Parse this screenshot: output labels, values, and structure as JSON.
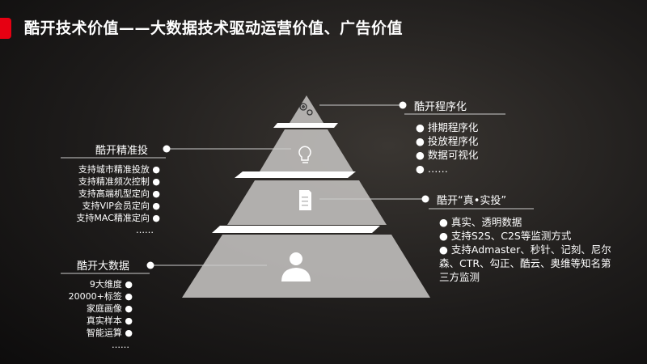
{
  "title": "酷开技术价值——大数据技术驱动运营价值、广告价值",
  "colors": {
    "accent": "#e60012",
    "layer": "#b9b7b5",
    "bg": "#1e1c1b"
  },
  "pyramid_icons": [
    "gears-icon",
    "lightbulb-icon",
    "document-icon",
    "user-icon"
  ],
  "programmatic": {
    "heading": "酷开程序化",
    "items": [
      "排期程序化",
      "投放程序化",
      "数据可视化",
      "……"
    ]
  },
  "precision": {
    "heading": "酷开精准投",
    "items": [
      "支持城市精准投放",
      "支持精准频次控制",
      "支持高端机型定向",
      "支持VIP会员定向",
      "支持MAC精准定向"
    ],
    "more": "……"
  },
  "real": {
    "heading": "酷开“真•实投”",
    "items": [
      "真实、透明数据",
      "支持S2S、C2S等监测方式",
      "支持Admaster、秒针、记刻、尼尔森、CTR、勾正、酷云、奥维等知名第三方监测"
    ]
  },
  "bigdata": {
    "heading": "酷开大数据",
    "items": [
      "9大维度",
      "20000+标签",
      "家庭画像",
      "真实样本",
      "智能运算"
    ],
    "more": "……"
  }
}
